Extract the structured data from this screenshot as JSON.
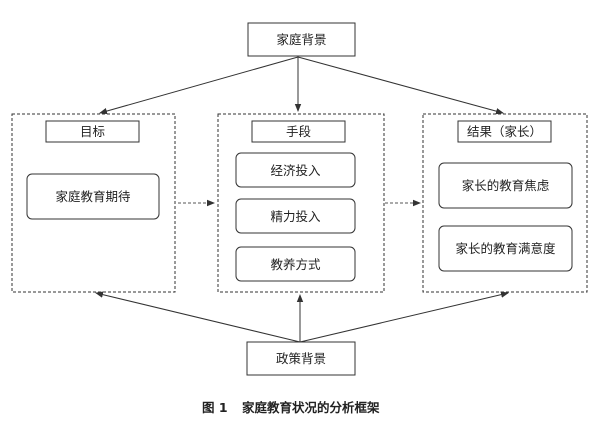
{
  "top_box": "家庭背景",
  "bottom_box": "政策背景",
  "panels": {
    "goal": {
      "title": "目标",
      "items": [
        "家庭教育期待"
      ]
    },
    "means": {
      "title": "手段",
      "items": [
        "经济投入",
        "精力投入",
        "教养方式"
      ]
    },
    "outcome": {
      "title": "结果（家长）",
      "items": [
        "家长的教育焦虑",
        "家长的教育满意度"
      ]
    }
  },
  "caption": {
    "figure_no": "图 1",
    "title": "家庭教育状况的分析框架"
  }
}
